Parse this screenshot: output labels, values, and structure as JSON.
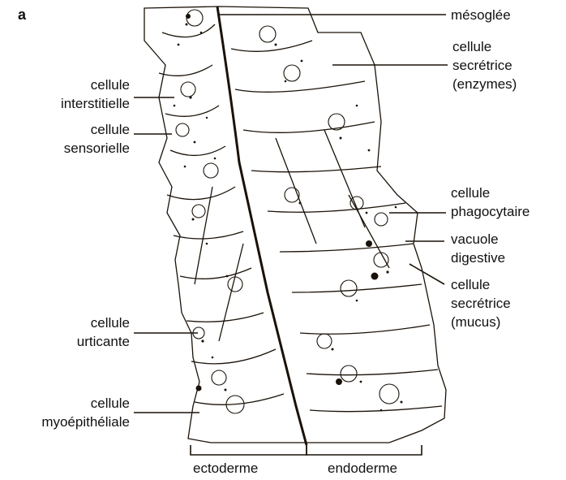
{
  "panel_letter": "a",
  "labels_left": [
    {
      "line1": "cellule",
      "line2": "interstitielle"
    },
    {
      "line1": "cellule",
      "line2": "sensorielle"
    },
    {
      "line1": "cellule",
      "line2": "urticante"
    },
    {
      "line1": "cellule",
      "line2": "myoépithéliale"
    }
  ],
  "labels_right": [
    {
      "line1": "mésoglée"
    },
    {
      "line1": "cellule",
      "line2": "secrétrice",
      "line3": "(enzymes)"
    },
    {
      "line1": "cellule",
      "line2": "phagocytaire"
    },
    {
      "line1": "vacuole",
      "line2": "digestive"
    },
    {
      "line1": "cellule",
      "line2": "secrétrice",
      "line3": "(mucus)"
    }
  ],
  "layers": {
    "left": "ectoderme",
    "right": "endoderme"
  },
  "colors": {
    "ink": "#1a1208",
    "paper": "#ffffff"
  }
}
